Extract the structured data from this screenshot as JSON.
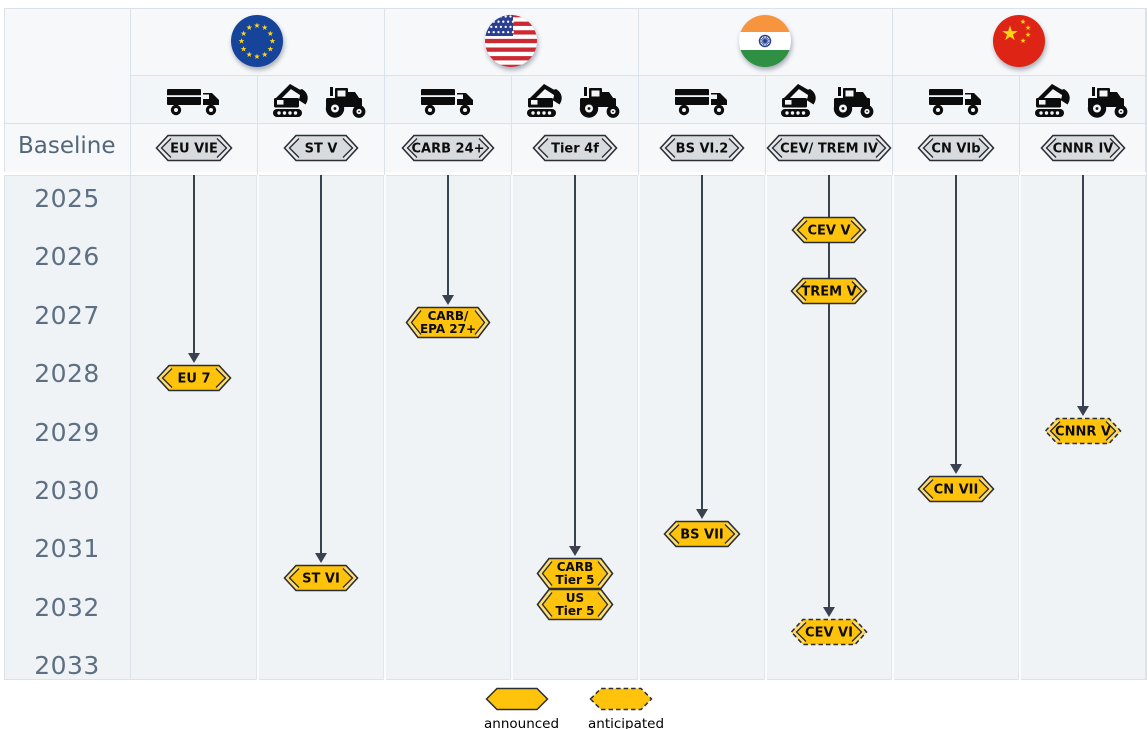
{
  "chart_data": {
    "type": "timeline",
    "title": "",
    "years": [
      2025,
      2026,
      2027,
      2028,
      2029,
      2030,
      2031,
      2032,
      2033
    ],
    "baseline_row_label": "Baseline",
    "regions": [
      {
        "name": "European Union",
        "flag": "eu-flag",
        "columns": [
          {
            "vehicle": "on-road-truck",
            "icons": [
              "truck-icon"
            ],
            "baseline": "EU VIE",
            "arrow_to": 0,
            "milestones": [
              {
                "label": "EU 7",
                "year": 2028.05,
                "status": "announced"
              }
            ]
          },
          {
            "vehicle": "off-road-equipment",
            "icons": [
              "excavator-icon",
              "tractor-icon"
            ],
            "baseline": "ST V",
            "arrow_to": 0,
            "milestones": [
              {
                "label": "ST VI",
                "year": 2031.48,
                "status": "announced"
              }
            ]
          }
        ]
      },
      {
        "name": "United States",
        "flag": "us-flag",
        "columns": [
          {
            "vehicle": "on-road-truck",
            "icons": [
              "truck-icon"
            ],
            "baseline": "CARB 24+",
            "arrow_to": 0,
            "milestones": [
              {
                "label": "CARB/\nEPA 27+",
                "year": 2027.1,
                "status": "announced"
              }
            ]
          },
          {
            "vehicle": "off-road-equipment",
            "icons": [
              "excavator-icon",
              "tractor-icon"
            ],
            "baseline": "Tier 4f",
            "arrow_to": 0,
            "milestones": [
              {
                "label": "CARB\nTier 5",
                "year": 2031.4,
                "status": "announced"
              },
              {
                "label": "US\nTier 5",
                "year": 2031.93,
                "status": "announced"
              }
            ]
          }
        ]
      },
      {
        "name": "India",
        "flag": "india-flag",
        "columns": [
          {
            "vehicle": "on-road-truck",
            "icons": [
              "truck-icon"
            ],
            "baseline": "BS VI.2",
            "arrow_to": 0,
            "milestones": [
              {
                "label": "BS VII",
                "year": 2030.72,
                "status": "announced"
              }
            ]
          },
          {
            "vehicle": "off-road-equipment",
            "icons": [
              "excavator-icon",
              "tractor-icon"
            ],
            "baseline": "CEV/ TREM IV",
            "arrow_to": 2,
            "milestones": [
              {
                "label": "CEV V",
                "year": 2025.52,
                "status": "announced"
              },
              {
                "label": "TREM V",
                "year": 2026.55,
                "status": "announced"
              },
              {
                "label": "CEV VI",
                "year": 2032.4,
                "status": "anticipated"
              }
            ]
          }
        ]
      },
      {
        "name": "China",
        "flag": "china-flag",
        "columns": [
          {
            "vehicle": "on-road-truck",
            "icons": [
              "truck-icon"
            ],
            "baseline": "CN VIb",
            "arrow_to": 0,
            "milestones": [
              {
                "label": "CN VII",
                "year": 2029.95,
                "status": "announced"
              }
            ]
          },
          {
            "vehicle": "off-road-equipment",
            "icons": [
              "excavator-icon",
              "tractor-icon"
            ],
            "baseline": "CNNR IV",
            "arrow_to": 0,
            "milestones": [
              {
                "label": "CNNR V",
                "year": 2028.95,
                "status": "anticipated"
              }
            ]
          }
        ]
      }
    ],
    "legend": [
      {
        "label": "announced",
        "style": "solid"
      },
      {
        "label": "anticipated",
        "style": "dashed"
      }
    ]
  },
  "colors": {
    "milestone_fill": "#FFC30B",
    "baseline_fill": "#D8DBDE",
    "badge_border": "#2A2E35",
    "arrow": "#39424E",
    "year_text": "#5C6F83",
    "baseline_text": "#54677A",
    "grid_line": "#DCE2E9",
    "timeline_bg": "#F0F3F6",
    "header_bg": "#F6F8FA",
    "icon_row_bg": "#F3F6F9",
    "flag_eu_blue": "#17449B",
    "flag_star_yellow": "#FFD617",
    "flag_us_red": "#CB2A33",
    "flag_us_blue": "#2B3F92",
    "flag_in_saffron": "#F6953E",
    "flag_in_green": "#2F9043",
    "flag_in_navy": "#23418F",
    "flag_cn_red": "#DE2414",
    "icon_black": "#0C0C0C"
  }
}
